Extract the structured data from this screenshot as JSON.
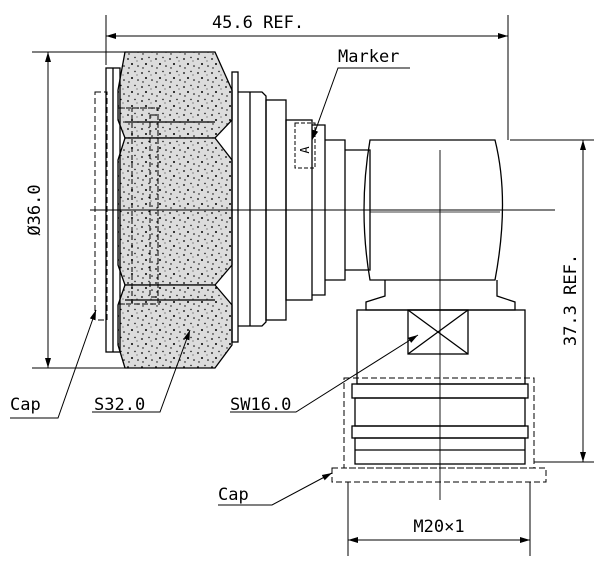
{
  "dimensions": {
    "overall_length": "45.6 REF.",
    "outer_diameter": "Ø36.0",
    "height": "37.3 REF.",
    "hex_nut": "S32.0",
    "wrench_flat": "SW16.0",
    "thread": "M20×1"
  },
  "labels": {
    "marker": "Marker",
    "marker_letter": "A",
    "cap_left": "Cap",
    "cap_bottom": "Cap"
  },
  "colors": {
    "line": "#000000",
    "knurl_fill": "#d9d9d9",
    "background": "#ffffff"
  }
}
